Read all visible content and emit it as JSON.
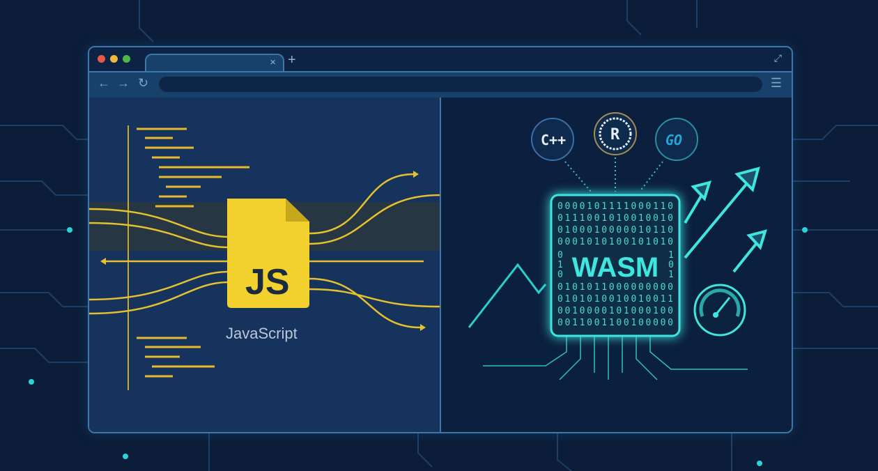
{
  "browser": {
    "tab_close": "×",
    "new_tab": "+",
    "expand_icon": "⤢",
    "back_icon": "←",
    "forward_icon": "→",
    "reload_icon": "↻",
    "menu_icon": "☰",
    "url": ""
  },
  "left_panel": {
    "file_badge": "JS",
    "caption": "JavaScript"
  },
  "right_panel": {
    "languages": [
      "C++",
      "R",
      "GO"
    ],
    "chip_label": "WASM",
    "binary_rows": [
      "0000101111000110",
      "0111001010010010",
      "0100010000010110",
      "0001010100101010",
      "0101011000000000",
      "0101010010010011",
      "0010000101000100",
      "0011001100100000"
    ],
    "binary_side": [
      "0",
      "1",
      "1",
      "0",
      "0",
      "1"
    ]
  },
  "colors": {
    "js_yellow": "#f2d12e",
    "wasm_cyan": "#3fe6e0",
    "frame": "#3d78a8"
  }
}
